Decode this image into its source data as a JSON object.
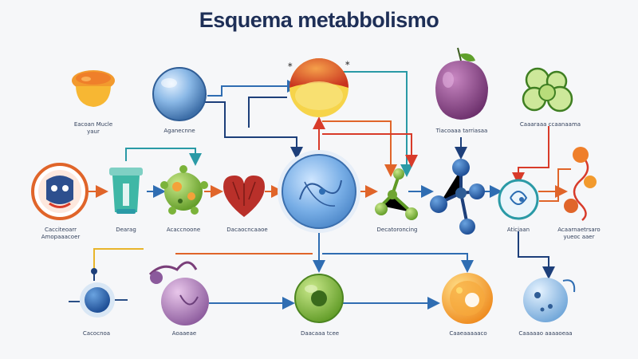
{
  "title": "Esquema metabbolismo",
  "labels": [
    {
      "id": "orange-bell",
      "text": "Eacoan Mucle yaur"
    },
    {
      "id": "blue-sphere",
      "text": "Aganecnne"
    },
    {
      "id": "purple-plum",
      "text": "Tiacoaaa tarriasaa"
    },
    {
      "id": "green-cells",
      "text": "Caaaraaa ccaanaama"
    },
    {
      "id": "face-circle",
      "text": "Cacciteoarr Amopaaacoer"
    },
    {
      "id": "beaker",
      "text": "Dearag"
    },
    {
      "id": "green-virus",
      "text": "Acaccnoone"
    },
    {
      "id": "heart",
      "text": "Dacaocncaaoe"
    },
    {
      "id": "dumbbell",
      "text": "Decatoroncing"
    },
    {
      "id": "right-ring",
      "text": "Aticiaan"
    },
    {
      "id": "orange-molecule",
      "text": "Acaarnaetrsaro yueoc aaer"
    },
    {
      "id": "blue-dot",
      "text": "Cacocnoa"
    },
    {
      "id": "purple-blob",
      "text": "Aoaaeae"
    },
    {
      "id": "green-cell",
      "text": "Daacaaa tcee"
    },
    {
      "id": "orange-cell",
      "text": "Caaeaaaaaco"
    },
    {
      "id": "blue-cell",
      "text": "Caaaaao aaaaoeaa"
    }
  ],
  "colors": {
    "title": "#1e2f57",
    "arrow_blue": "#2f6db2",
    "arrow_navy": "#1d3f7a",
    "arrow_orange": "#e0652a",
    "arrow_teal": "#2a9aa6",
    "arrow_red": "#d83b2a",
    "arrow_yellow": "#e8b52b"
  }
}
